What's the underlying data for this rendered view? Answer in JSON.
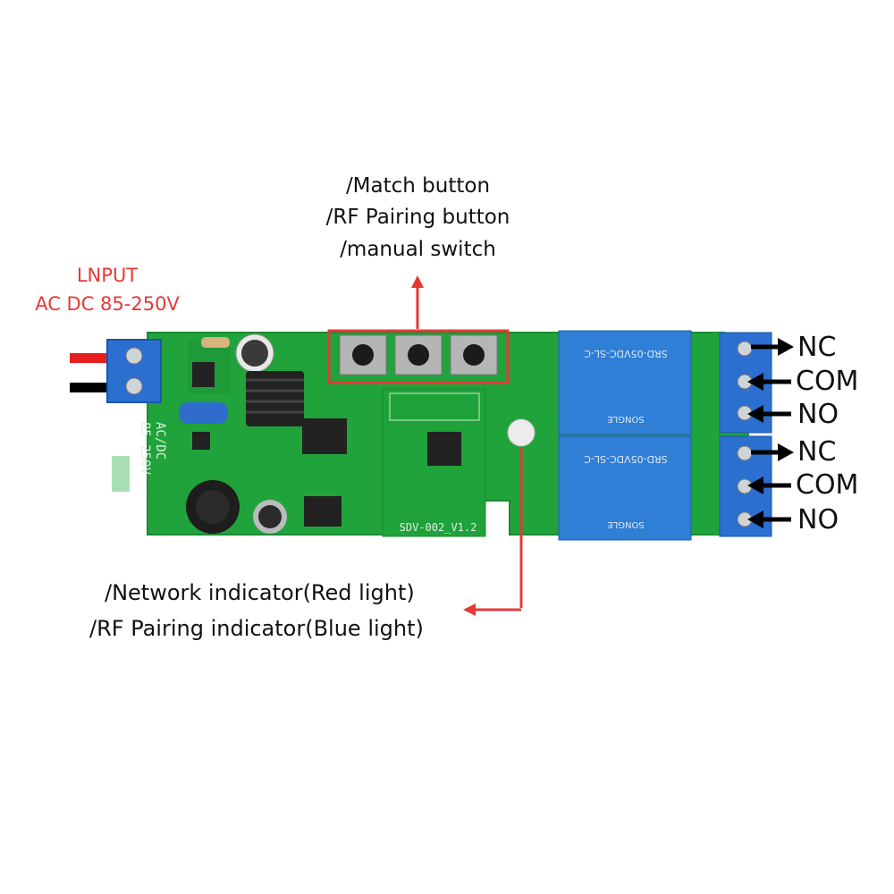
{
  "buttons_callout": {
    "line1": "/Match button",
    "line2": "/RF Pairing button",
    "line3": "/manual switch"
  },
  "input_callout": {
    "line1": "LNPUT",
    "line2": "AC DC 85-250V"
  },
  "indicator_callout": {
    "line1": "/Network indicator(Red light)",
    "line2": "/RF Pairing indicator(Blue light)"
  },
  "relay1_terminals": [
    "NC",
    "COM",
    "NO"
  ],
  "relay2_terminals": [
    "NC",
    "COM",
    "NO"
  ],
  "board_silkscreen": {
    "power": "AC/DC\n85-250V",
    "model": "SDV-002_V1.2",
    "relay_marking": "SRD-05VDC-SL-C",
    "relay_brand": "SONGLE"
  },
  "colors": {
    "pcb": "#21a33c",
    "relay": "#2f7fd6",
    "terminal_block": "#2b6fd1",
    "callout_red": "#e53935",
    "wire_red": "#e81e1e",
    "wire_black": "#000000"
  }
}
